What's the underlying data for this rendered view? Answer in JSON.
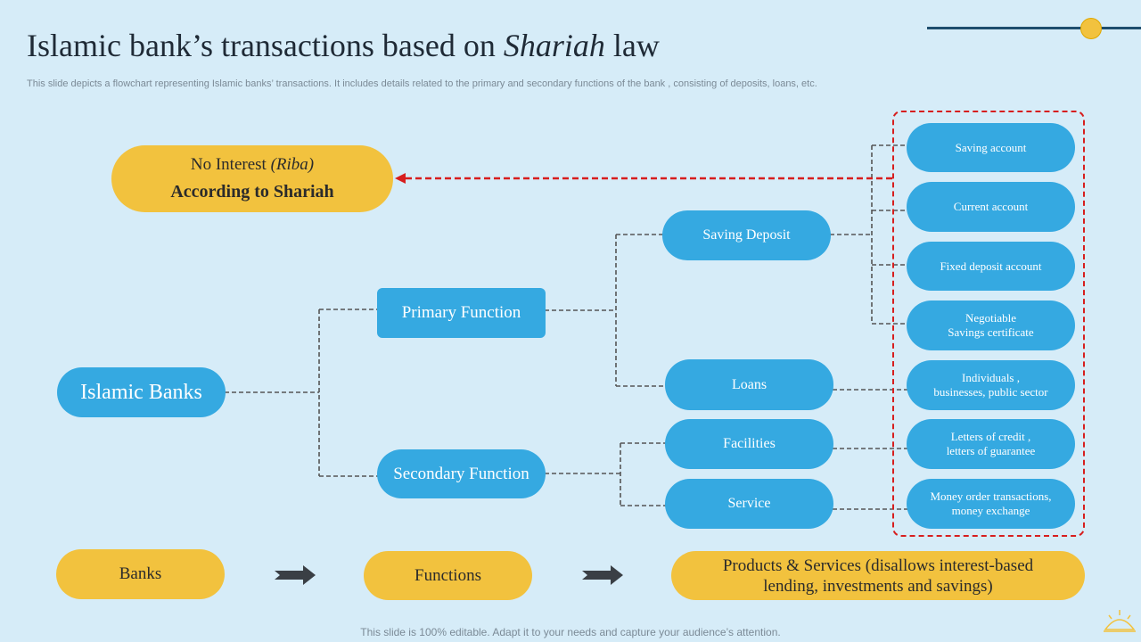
{
  "header": {
    "title_part1": "Islamic bank’s transactions based on ",
    "title_italic": "Shariah",
    "title_part2": " law",
    "subtitle": "This slide depicts a flowchart representing Islamic banks’ transactions. It includes details related to the primary and secondary functions of the bank , consisting of deposits, loans, etc."
  },
  "no_interest": {
    "line1": "No Interest ",
    "line1_italic": "(Riba)",
    "line2": "According  to Shariah"
  },
  "nodes": {
    "root": "Islamic Banks",
    "primary": "Primary Function",
    "secondary": "Secondary Function",
    "saving_deposit": "Saving Deposit",
    "loans": "Loans",
    "facilities": "Facilities",
    "service": "Service"
  },
  "details": {
    "saving_account": "Saving account",
    "current_account": "Current account",
    "fixed_deposit": "Fixed deposit account",
    "negotiable_1": "Negotiable",
    "negotiable_2": "Savings certificate",
    "individuals_1": "Individuals ,",
    "individuals_2": "businesses, public sector",
    "letters_1": "Letters of credit ,",
    "letters_2": "letters of guarantee",
    "money_1": "Money order transactions,",
    "money_2": "money exchange"
  },
  "legend": {
    "banks": "Banks",
    "functions": "Functions",
    "products_1": "Products & Services (disallows interest-based",
    "products_2": "lending, investments and savings)"
  },
  "footer": "This slide is 100% editable. Adapt it to your needs and capture your audience’s attention.",
  "colors": {
    "background": "#d6ecf8",
    "node_blue": "#35a9e1",
    "node_yellow": "#f2c23e",
    "red_dashed": "#d71e1e",
    "connector": "#555555"
  }
}
